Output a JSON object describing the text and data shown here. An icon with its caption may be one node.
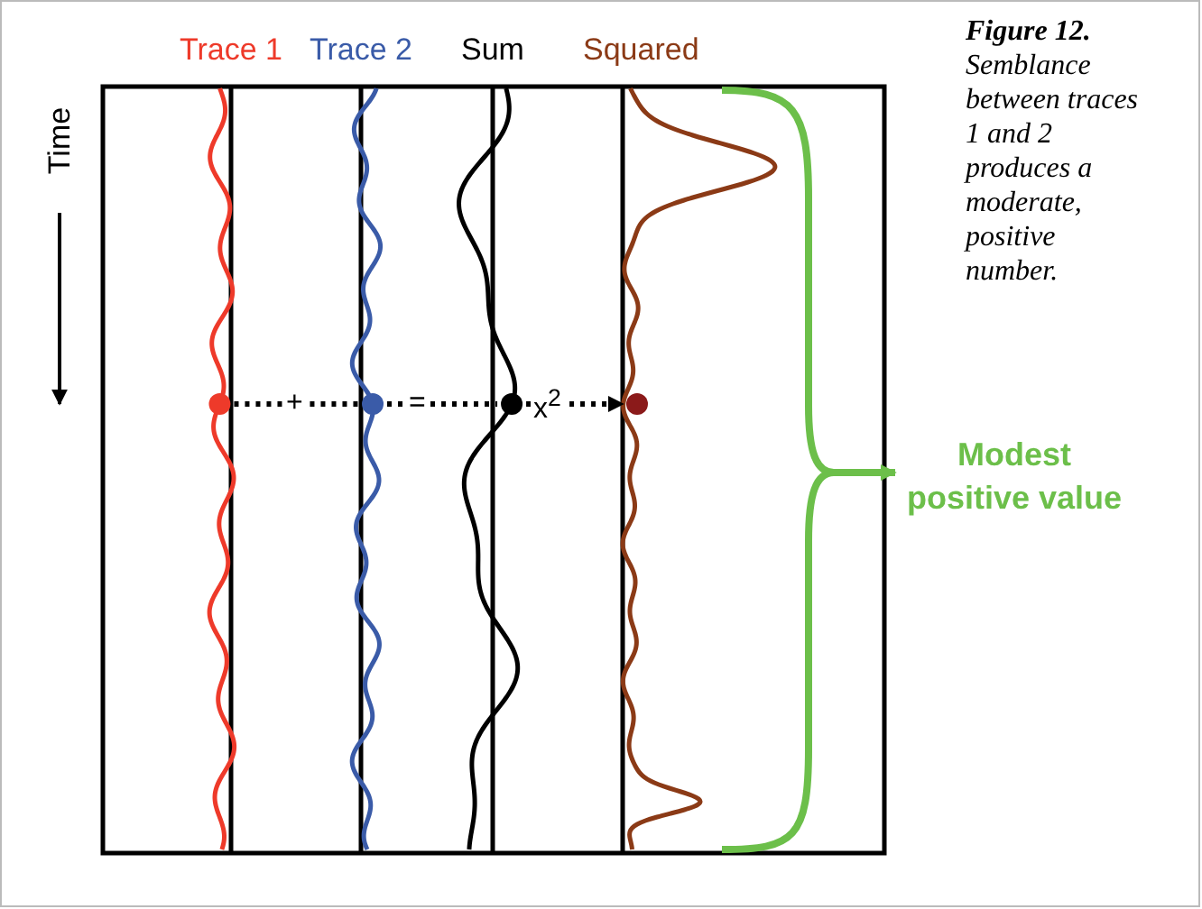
{
  "diagram": {
    "caption": "**Figure 12.** Semblance between traces 1 and 2 produces a moderate, positive number.",
    "nodes": [
      {
        "text": [],
        "shape": "circle"
      },
      {
        "text": [],
        "shape": "circle"
      },
      {
        "text": [],
        "shape": "circle"
      },
      {
        "text": [],
        "shape": "circle"
      },
      {
        "text": [],
        "shape": "brace"
      },
      {
        "text": [
          "Modest positive value"
        ]
      }
    ],
    "edges": [
      {
        "from": 0,
        "to": 1,
        "arrow": "none",
        "label": "+",
        "style": "dashed"
      },
      {
        "from": 1,
        "to": 2,
        "arrow": "none",
        "label": "=",
        "style": "dashed"
      },
      {
        "from": 2,
        "to": 3,
        "arrow": "to",
        "label": "x$^{2}$",
        "style": "dashed"
      },
      {
        "from": 4,
        "to": 5,
        "arrow": "to",
        "color": "#6cbf4a"
      }
    ],
    "labels": [
      "Trace 1",
      "Trace 2",
      "Sum",
      "Squared",
      "Time"
    ]
  }
}
